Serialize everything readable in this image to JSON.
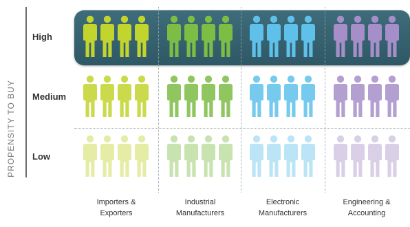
{
  "axis_title": "PROPENSITY TO BUY",
  "rows": [
    {
      "label": "High",
      "opacity": 1.0
    },
    {
      "label": "Medium",
      "opacity": 0.85
    },
    {
      "label": "Low",
      "opacity": 0.42
    }
  ],
  "highlighted_row": "High",
  "figures_per_cell": 4,
  "categories": [
    {
      "line1": "Importers &",
      "line2": "Exporters",
      "color": "#c2d42e"
    },
    {
      "line1": "Industrial",
      "line2": "Manufacturers",
      "color": "#7dbd45"
    },
    {
      "line1": "Electronic",
      "line2": "Manufacturers",
      "color": "#5fc1ea"
    },
    {
      "line1": "Engineering &",
      "line2": "Accounting",
      "color": "#a68fc8"
    }
  ],
  "colors": {
    "highlight_band": "#3e6c7a",
    "text": "#333333"
  }
}
